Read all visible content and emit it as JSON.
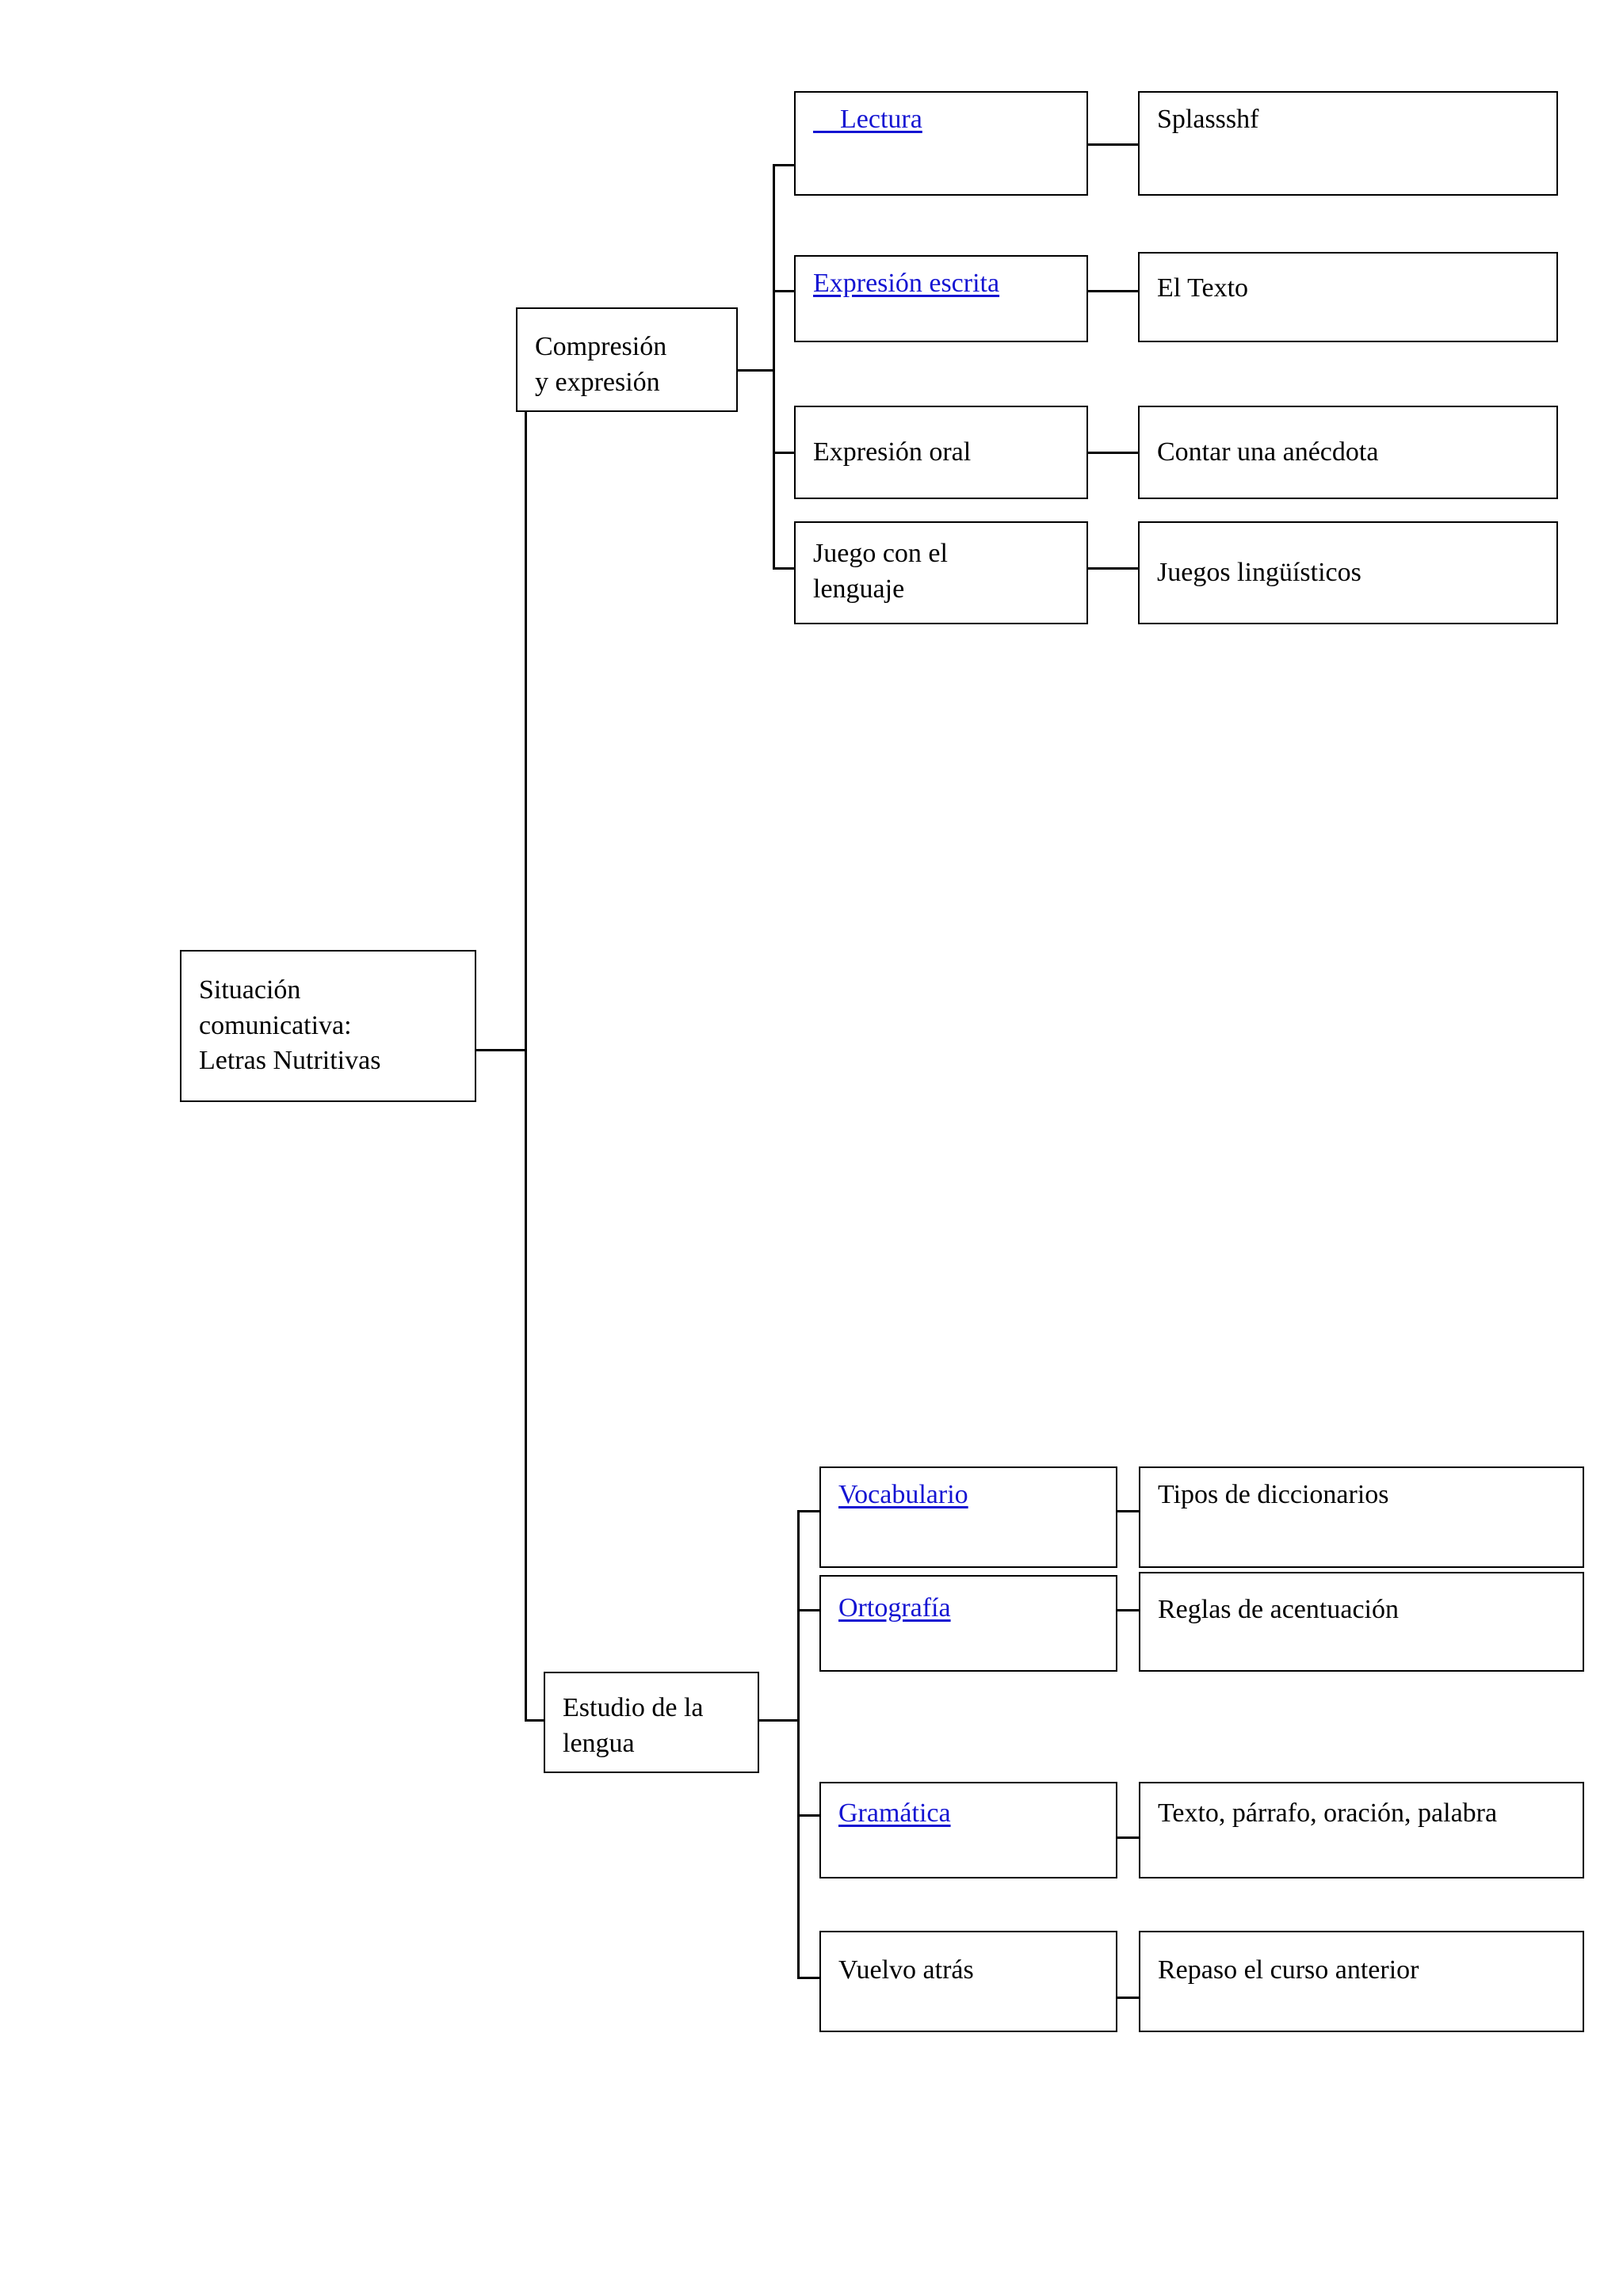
{
  "diagram": {
    "type": "tree",
    "title": "Situación comunicativa: Letras Nutritivas",
    "link_color": "#1414d2",
    "text_color": "#000000",
    "border_color": "#000000",
    "background": "#ffffff",
    "root": {
      "label": "Situación\ncomunicativa:\nLetras Nutritivas",
      "is_link": false
    },
    "branches": [
      {
        "label": "Compresión\ny expresión",
        "is_link": false,
        "children": [
          {
            "label": "    Lectura",
            "is_link": true,
            "detail": "Splassshf",
            "detail_is_link": false
          },
          {
            "label": "Expresión escrita",
            "is_link": true,
            "detail": "El Texto",
            "detail_is_link": false
          },
          {
            "label": "Expresión oral",
            "is_link": false,
            "detail": "Contar una anécdota",
            "detail_is_link": false
          },
          {
            "label": "Juego con el\nlenguaje",
            "is_link": false,
            "detail": "Juegos lingüísticos",
            "detail_is_link": false
          }
        ]
      },
      {
        "label": "Estudio de la\nlengua",
        "is_link": false,
        "children": [
          {
            "label": "Vocabulario",
            "is_link": true,
            "detail": "Tipos de diccionarios",
            "detail_is_link": false
          },
          {
            "label": "Ortografía",
            "is_link": true,
            "detail": "Reglas de acentuación",
            "detail_is_link": false
          },
          {
            "label": "Gramática",
            "is_link": true,
            "detail": "Texto, párrafo, oración, palabra",
            "detail_is_link": false
          },
          {
            "label": "Vuelvo atrás",
            "is_link": false,
            "detail": "Repaso el curso anterior",
            "detail_is_link": false
          }
        ]
      }
    ]
  }
}
